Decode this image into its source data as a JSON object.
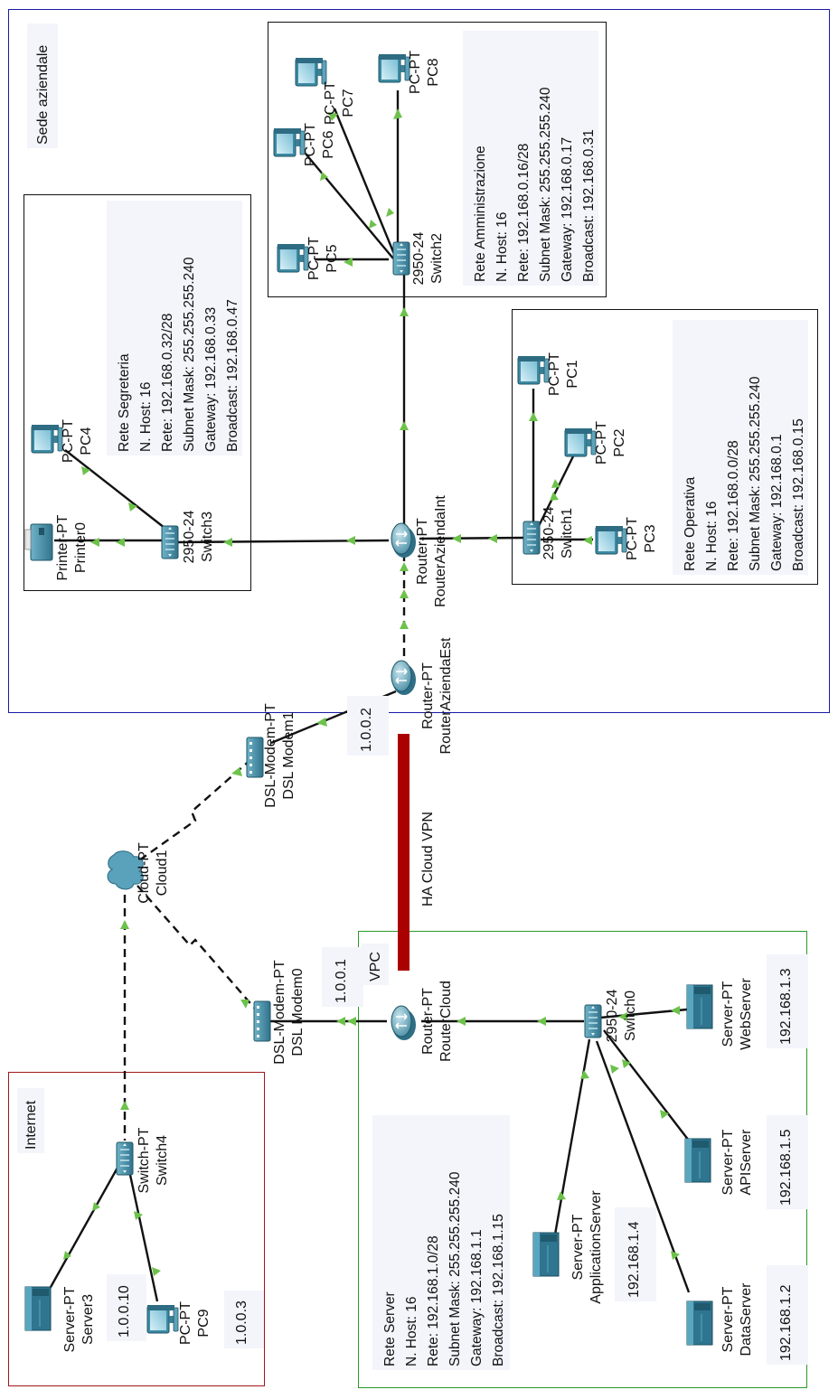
{
  "areas": {
    "sede": "Sede aziendale",
    "internet": "Internet",
    "vpc": "VPC",
    "vpn": "HA Cloud VPN"
  },
  "notes": {
    "amministrazione": [
      "Rete Amministrazione",
      "N. Host: 16",
      "Rete: 192.168.0.16/28",
      "Subnet Mask: 255.255.255.240",
      "Gateway: 192.168.0.17",
      "Broadcast: 192.168.0.31"
    ],
    "segreteria": [
      "Rete Segreteria",
      "N. Host: 16",
      "Rete: 192.168.0.32/28",
      "Subnet Mask: 255.255.255.240",
      "Gateway: 192.168.0.33",
      "Broadcast: 192.168.0.47"
    ],
    "operativa": [
      "Rete Operativa",
      "N. Host: 16",
      "Rete: 192.168.0.0/28",
      "Subnet Mask: 255.255.255.240",
      "Gateway: 192.168.0.1",
      "Broadcast: 192.168.0.15"
    ],
    "server": [
      "Rete Server",
      "N. Host: 16",
      "Rete: 192.168.1.0/28",
      "Subnet Mask: 255.255.255.240",
      "Gateway: 192.168.1.1",
      "Broadcast: 192.168.1.15"
    ]
  },
  "ips": {
    "modem1": "1.0.0.2",
    "modem0": "1.0.0.1",
    "server3": "1.0.0.10",
    "pc9": "1.0.0.3",
    "webserver": "192.168.1.3",
    "apiserver": "192.168.1.5",
    "appserver": "192.168.1.4",
    "dataserver": "192.168.1.2"
  },
  "devices": {
    "pc7": {
      "type": "PC-PT",
      "name": "PC7",
      "icon": "pc-icon"
    },
    "pc8": {
      "type": "PC-PT",
      "name": "PC8",
      "icon": "pc-icon"
    },
    "pc6": {
      "type": "PC-PT",
      "name": "PC6",
      "icon": "pc-icon"
    },
    "pc5": {
      "type": "PC-PT",
      "name": "PC5",
      "icon": "pc-icon"
    },
    "switch2": {
      "type": "2950-24",
      "name": "Switch2",
      "icon": "switch-icon"
    },
    "pc4": {
      "type": "PC-PT",
      "name": "PC4",
      "icon": "pc-icon"
    },
    "printer0": {
      "type": "Printer-PT",
      "name": "Printer0",
      "icon": "printer-icon"
    },
    "switch3": {
      "type": "2950-24",
      "name": "Switch3",
      "icon": "switch-icon"
    },
    "pc1": {
      "type": "PC-PT",
      "name": "PC1",
      "icon": "pc-icon"
    },
    "pc2": {
      "type": "PC-PT",
      "name": "PC2",
      "icon": "pc-icon"
    },
    "pc3": {
      "type": "PC-PT",
      "name": "PC3",
      "icon": "pc-icon"
    },
    "switch1": {
      "type": "2950-24",
      "name": "Switch1",
      "icon": "switch-icon"
    },
    "router_int": {
      "type": "Router-PT",
      "name": "RouterAziendaInt",
      "icon": "router-icon"
    },
    "router_est": {
      "type": "Router-PT",
      "name": "RouterAziendaEst",
      "icon": "router-icon"
    },
    "modem1": {
      "type": "DSL-Modem-PT",
      "name": "DSL Modem1",
      "icon": "dsl-modem-icon"
    },
    "cloud1": {
      "type": "Cloud-PT",
      "name": "Cloud1",
      "icon": "cloud-icon"
    },
    "modem0": {
      "type": "DSL-Modem-PT",
      "name": "DSL Modem0",
      "icon": "dsl-modem-icon"
    },
    "router_cloud": {
      "type": "Router-PT",
      "name": "RouterCloud",
      "icon": "router-icon"
    },
    "switch0": {
      "type": "2950-24",
      "name": "Switch0",
      "icon": "switch-icon"
    },
    "webserver": {
      "type": "Server-PT",
      "name": "WebServer",
      "icon": "server-icon"
    },
    "apiserver": {
      "type": "Server-PT",
      "name": "APIServer",
      "icon": "server-icon"
    },
    "appserver": {
      "type": "Server-PT",
      "name": "ApplicationServer",
      "icon": "server-icon"
    },
    "dataserver": {
      "type": "Server-PT",
      "name": "DataServer",
      "icon": "server-icon"
    },
    "switch4": {
      "type": "Switch-PT",
      "name": "Switch4",
      "icon": "switch-icon"
    },
    "server3": {
      "type": "Server-PT",
      "name": "Server3",
      "icon": "server-icon"
    },
    "pc9": {
      "type": "PC-PT",
      "name": "PC9",
      "icon": "pc-icon"
    }
  },
  "colors": {
    "sede_border": "#1a1aa8",
    "internet_border": "#a01818",
    "vpc_border": "#2a9a2a",
    "vpn_link": "#aa0000",
    "link_arrow": "#6cc24a",
    "device_main": "#4d95ad",
    "note_bg": "#f4f5fb"
  }
}
